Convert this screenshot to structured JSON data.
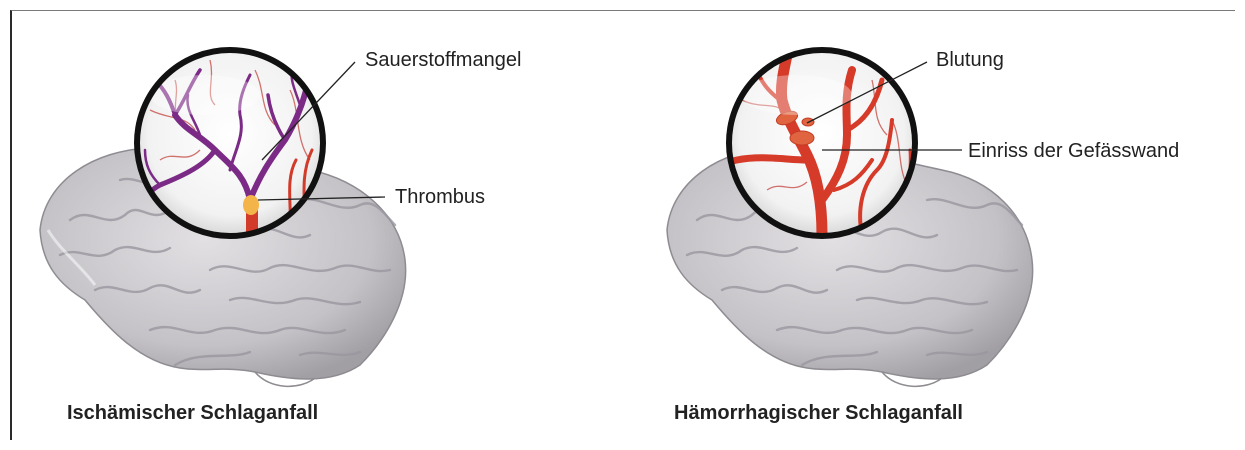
{
  "ischemic": {
    "title": "Ischämischer Schlaganfall",
    "label_oxygen": "Sauerstoffmangel",
    "label_thrombus": "Thrombus",
    "vessel_color": "#7b2a86",
    "thrombus_color": "#f3b54a"
  },
  "hemorrhagic": {
    "title": "Hämorrhagischer Schlaganfall",
    "label_bleeding": "Blutung",
    "label_tear": "Einriss der Gefässwand",
    "vessel_color": "#d63a28"
  },
  "colors": {
    "brain": "#c7c5c9",
    "brain_dark": "#9b989e",
    "lens_ring": "#111111"
  }
}
